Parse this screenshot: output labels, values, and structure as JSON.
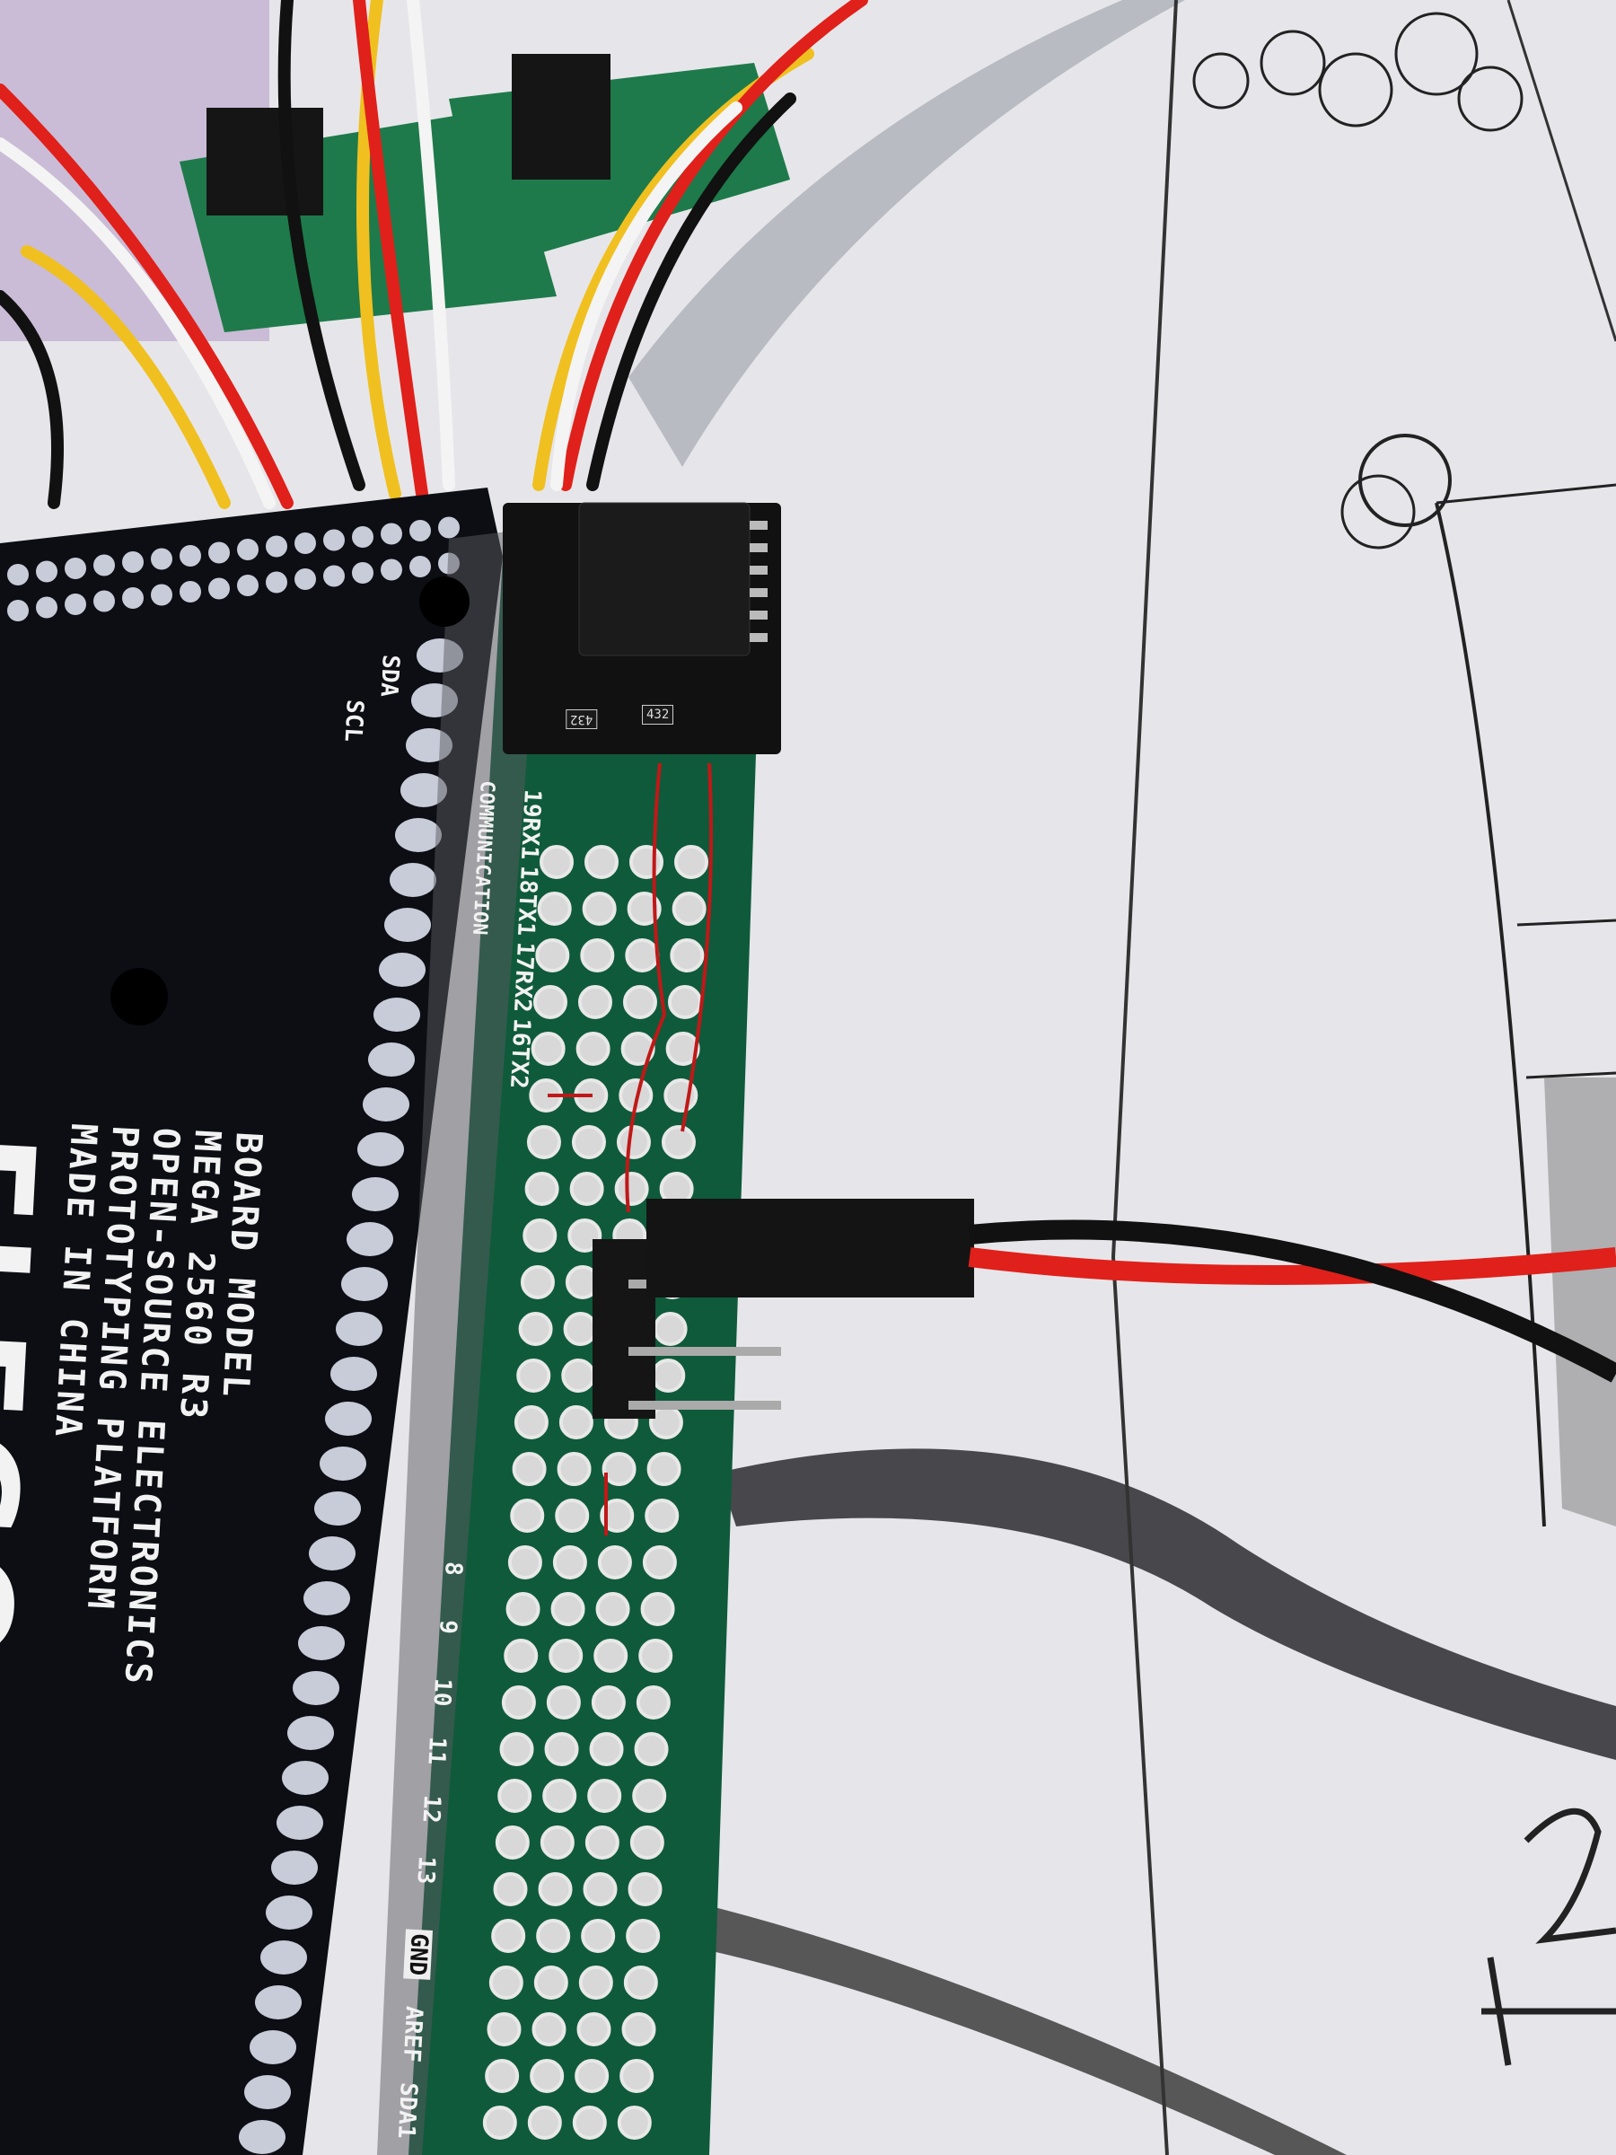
{
  "scene": {
    "board": {
      "logo": "ELEGO",
      "text_lines": [
        "BOARD MODEL",
        "MEGA 2560 R3",
        "OPEN-SOURCE ELECTRONICS",
        "PROTOTYPING PLATFORM",
        "MADE IN CHINA"
      ],
      "pin_labels": {
        "sda": "SDA",
        "scl": "SCL",
        "communication": "COMMUNICATION",
        "rx1": "19RX1",
        "tx1": "18TX1",
        "rx2": "17RX2",
        "tx2": "16TX2",
        "d8": "8",
        "d9": "9",
        "d10": "10",
        "d11": "11",
        "d12": "12",
        "d13": "13",
        "gnd": "GND",
        "aref": "AREF",
        "sda1": "SDA1"
      }
    },
    "module": {
      "resistor_1": "432",
      "resistor_2": "432"
    },
    "colors": {
      "board": "#0c0e14",
      "protoboard": "#0f5a3a",
      "paper": "#e6e6ea",
      "wire_red": "#e0201a",
      "wire_black": "#111111",
      "wire_yellow": "#f0c020",
      "wire_white": "#f4f4f4"
    }
  }
}
